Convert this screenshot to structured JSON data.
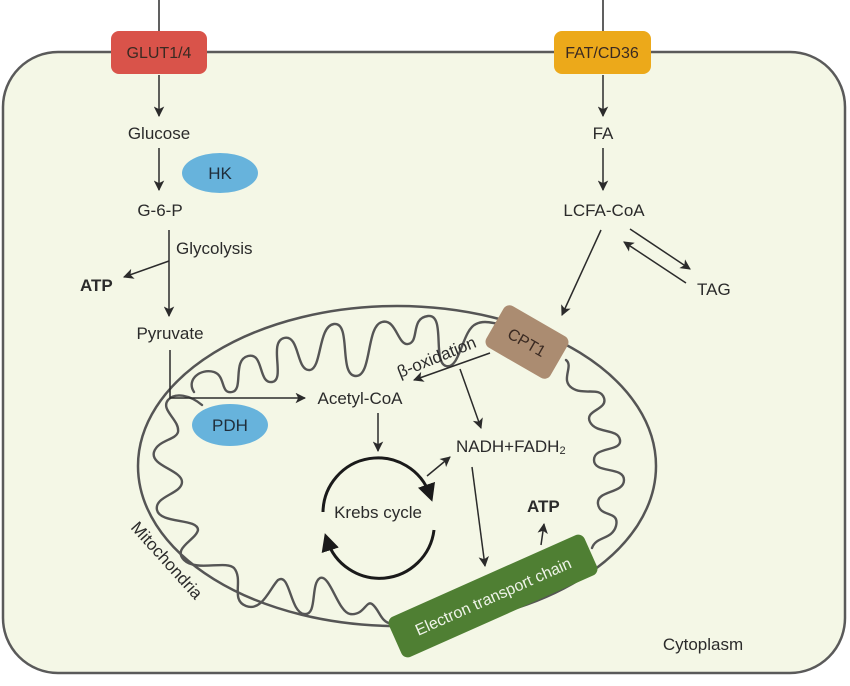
{
  "colors": {
    "cytoplasm_fill": "#f4f7e6",
    "membrane_stroke": "#5a5a5a",
    "glut_box": "#d9534a",
    "fat_box": "#eca91a",
    "enzyme_ellipse": "#67b3dc",
    "cpt1_box": "#ab8c71",
    "etc_box": "#4f7f33",
    "etc_text": "#eef3e8"
  },
  "transporters": {
    "glut": "GLUT1/4",
    "fat": "FAT/CD36"
  },
  "glucose_pathway": {
    "glucose": "Glucose",
    "hk": "HK",
    "g6p": "G-6-P",
    "glycolysis": "Glycolysis",
    "atp": "ATP",
    "pyruvate": "Pyruvate",
    "pdh": "PDH"
  },
  "fatty_acid_pathway": {
    "fa": "FA",
    "lcfa_coa": "LCFA-CoA",
    "tag": "TAG",
    "cpt1": "CPT1",
    "beta_oxidation": "β-oxidation"
  },
  "mitochondria": {
    "label": "Mitochondria",
    "acetyl_coa": "Acetyl-CoA",
    "krebs": "Krebs cycle",
    "nadh": "NADH+FADH",
    "nadh_sub": "2",
    "etc": "Electron transport chain",
    "atp": "ATP"
  },
  "cytoplasm_label": "Cytoplasm"
}
